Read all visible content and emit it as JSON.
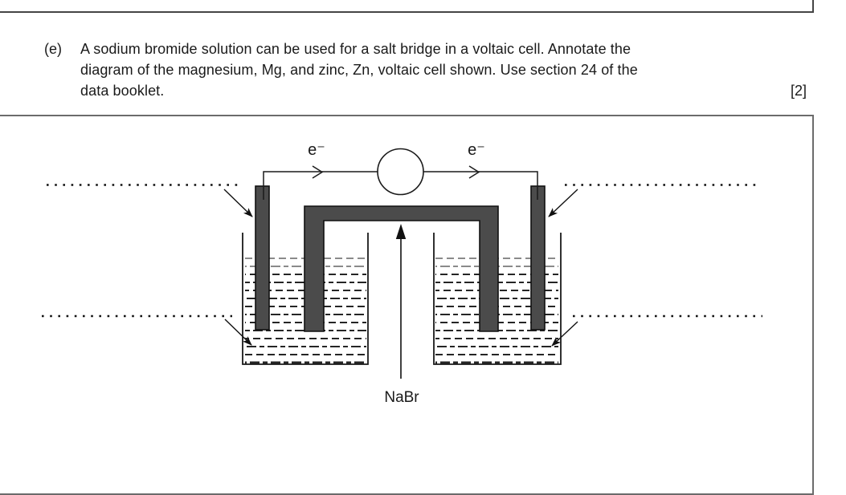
{
  "question": {
    "label": "(e)",
    "lines": [
      "A sodium bromide solution can be used for a salt bridge in a voltaic cell. Annotate the",
      "diagram of the magnesium, Mg, and zinc, Zn, voltaic cell shown. Use section 24 of the",
      "data booklet."
    ],
    "marks": "[2]"
  },
  "diagram": {
    "electron_label_left": "e⁻",
    "electron_label_right": "e⁻",
    "salt_bridge_solution_label": "NaBr",
    "colors": {
      "electrode_fill": "#4b4b4b",
      "salt_bridge_fill": "#4b4b4b",
      "ink": "#1a1a1a",
      "frame_border": "#6b6b6b",
      "solution_dash_dark": "#252525",
      "solution_dash_light": "#8a8a8a"
    }
  }
}
